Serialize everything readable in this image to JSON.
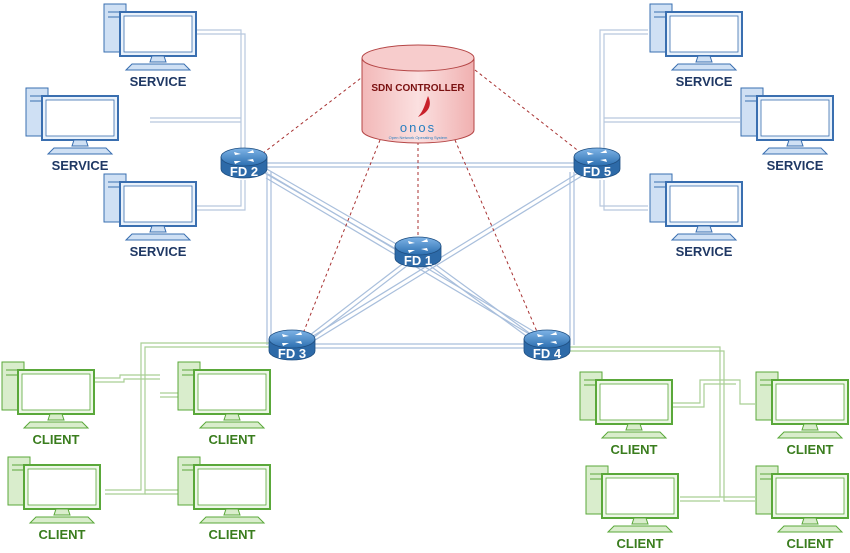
{
  "controller": {
    "label": "SDN CONTROLLER",
    "logo_text": "onos",
    "logo_subtext": "Open Network Operating System"
  },
  "routers": [
    {
      "id": "fd1",
      "label": "FD 1"
    },
    {
      "id": "fd2",
      "label": "FD 2"
    },
    {
      "id": "fd3",
      "label": "FD 3"
    },
    {
      "id": "fd4",
      "label": "FD 4"
    },
    {
      "id": "fd5",
      "label": "FD 5"
    }
  ],
  "services_left": [
    {
      "label": "SERVICE",
      "router": "FD 2"
    },
    {
      "label": "SERVICE",
      "router": "FD 2"
    },
    {
      "label": "SERVICE",
      "router": "FD 2"
    }
  ],
  "services_right": [
    {
      "label": "SERVICE",
      "router": "FD 5"
    },
    {
      "label": "SERVICE",
      "router": "FD 5"
    },
    {
      "label": "SERVICE",
      "router": "FD 5"
    }
  ],
  "clients_left": [
    {
      "label": "CLIENT",
      "router": "FD 3"
    },
    {
      "label": "CLIENT",
      "router": "FD 3"
    },
    {
      "label": "CLIENT",
      "router": "FD 3"
    },
    {
      "label": "CLIENT",
      "router": "FD 3"
    }
  ],
  "clients_right": [
    {
      "label": "CLIENT",
      "router": "FD 4"
    },
    {
      "label": "CLIENT",
      "router": "FD 4"
    },
    {
      "label": "CLIENT",
      "router": "FD 4"
    },
    {
      "label": "CLIENT",
      "router": "FD 4"
    }
  ],
  "links": {
    "data_plane": [
      [
        "FD 2",
        "FD 5"
      ],
      [
        "FD 2",
        "FD 3"
      ],
      [
        "FD 2",
        "FD 1"
      ],
      [
        "FD 2",
        "FD 4"
      ],
      [
        "FD 5",
        "FD 3"
      ],
      [
        "FD 5",
        "FD 4"
      ],
      [
        "FD 1",
        "FD 3"
      ],
      [
        "FD 1",
        "FD 4"
      ],
      [
        "FD 3",
        "FD 4"
      ]
    ],
    "control_plane": [
      [
        "SDN CONTROLLER",
        "FD 1"
      ],
      [
        "SDN CONTROLLER",
        "FD 2"
      ],
      [
        "SDN CONTROLLER",
        "FD 3"
      ],
      [
        "SDN CONTROLLER",
        "FD 4"
      ],
      [
        "SDN CONTROLLER",
        "FD 5"
      ]
    ]
  },
  "colors": {
    "service_monitor": "#2e6ab0",
    "client_monitor": "#5aa83a",
    "router": "#3f86c7",
    "controller": "#f6c8c8",
    "control_link": "#a22a2a",
    "data_link": "#9fb8d6",
    "client_link": "#9ac485"
  }
}
